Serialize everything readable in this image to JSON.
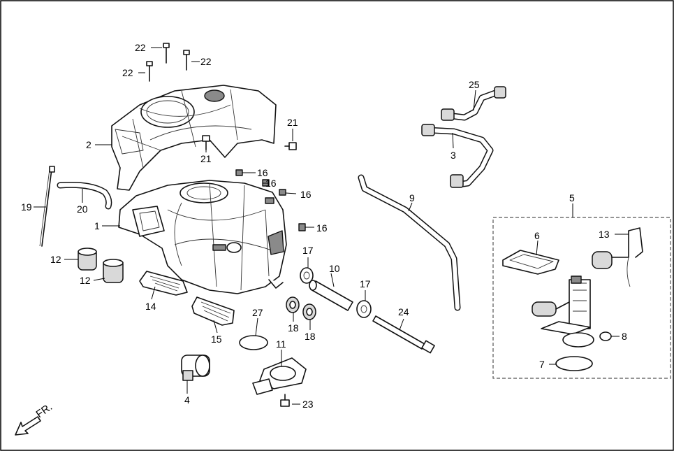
{
  "callouts": {
    "c1": "1",
    "c2": "2",
    "c3": "3",
    "c4": "4",
    "c5": "5",
    "c6": "6",
    "c7": "7",
    "c8": "8",
    "c9": "9",
    "c10": "10",
    "c11": "11",
    "c12a": "12",
    "c12b": "12",
    "c13": "13",
    "c14": "14",
    "c15": "15",
    "c16a": "16",
    "c16b": "16",
    "c16c": "16",
    "c16d": "16",
    "c17a": "17",
    "c17b": "17",
    "c18a": "18",
    "c18b": "18",
    "c19": "19",
    "c20": "20",
    "c21a": "21",
    "c21b": "21",
    "c22a": "22",
    "c22b": "22",
    "c22c": "22",
    "c23": "23",
    "c24": "24",
    "c25": "25",
    "c27": "27"
  },
  "direction": {
    "label": "FR."
  }
}
